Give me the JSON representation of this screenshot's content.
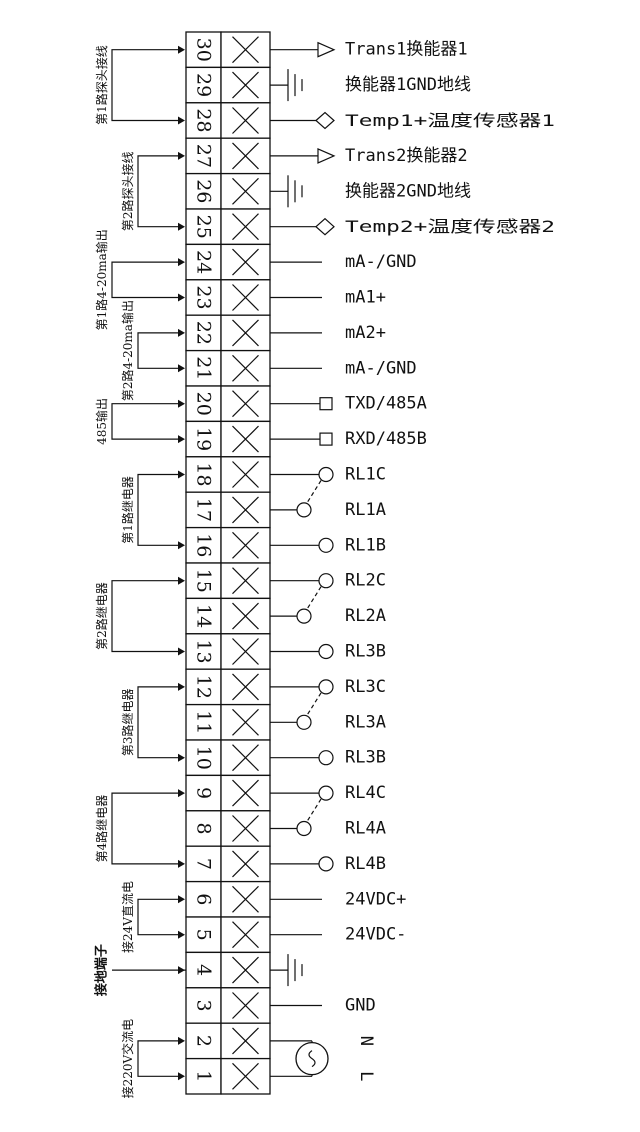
{
  "terminals": [
    {
      "n": "30",
      "label": "Trans1换能器1",
      "sym": "tri"
    },
    {
      "n": "29",
      "label": "换能器1GND地线",
      "sym": "gnd"
    },
    {
      "n": "28",
      "label": "Temp1+温度传感器1",
      "sym": "dia"
    },
    {
      "n": "27",
      "label": "Trans2换能器2",
      "sym": "tri"
    },
    {
      "n": "26",
      "label": "换能器2GND地线",
      "sym": "gnd"
    },
    {
      "n": "25",
      "label": "Temp2+温度传感器2",
      "sym": "dia"
    },
    {
      "n": "24",
      "label": "mA-/GND",
      "sym": "line"
    },
    {
      "n": "23",
      "label": "mA1+",
      "sym": "line"
    },
    {
      "n": "22",
      "label": "mA2+",
      "sym": "line"
    },
    {
      "n": "21",
      "label": "mA-/GND",
      "sym": "line"
    },
    {
      "n": "20",
      "label": "TXD/485A",
      "sym": "sq"
    },
    {
      "n": "19",
      "label": "RXD/485B",
      "sym": "sq"
    },
    {
      "n": "18",
      "label": "RL1C",
      "sym": "circ"
    },
    {
      "n": "17",
      "label": "RL1A",
      "sym": "circi"
    },
    {
      "n": "16",
      "label": "RL1B",
      "sym": "circ"
    },
    {
      "n": "15",
      "label": "RL2C",
      "sym": "circ"
    },
    {
      "n": "14",
      "label": "RL2A",
      "sym": "circi"
    },
    {
      "n": "13",
      "label": "RL3B",
      "sym": "circ"
    },
    {
      "n": "12",
      "label": "RL3C",
      "sym": "circ"
    },
    {
      "n": "11",
      "label": "RL3A",
      "sym": "circi"
    },
    {
      "n": "10",
      "label": "RL3B",
      "sym": "circ"
    },
    {
      "n": "9",
      "label": "RL4C",
      "sym": "circ"
    },
    {
      "n": "8",
      "label": "RL4A",
      "sym": "circi"
    },
    {
      "n": "7",
      "label": "RL4B",
      "sym": "circ"
    },
    {
      "n": "6",
      "label": "24VDC+",
      "sym": "line"
    },
    {
      "n": "5",
      "label": "24VDC-",
      "sym": "line"
    },
    {
      "n": "4",
      "label": "",
      "sym": "gnd"
    },
    {
      "n": "3",
      "label": "GND",
      "sym": "line"
    },
    {
      "n": "2",
      "label": "N",
      "sym": "ac"
    },
    {
      "n": "1",
      "label": "L",
      "sym": "ac"
    }
  ],
  "groups": [
    {
      "label": "第1路探头接线",
      "top": "30",
      "bottom": "28",
      "bold": false
    },
    {
      "label": "第2路探头接线",
      "top": "27",
      "bottom": "25",
      "bold": false
    },
    {
      "label": "第1路4-20ma输出",
      "top": "24",
      "bottom": "23",
      "bold": false
    },
    {
      "label": "第2路4-20ma输出",
      "top": "22",
      "bottom": "21",
      "bold": false
    },
    {
      "label": "485输出",
      "top": "20",
      "bottom": "19",
      "bold": false
    },
    {
      "label": "第1路继电器",
      "top": "18",
      "bottom": "16",
      "bold": false
    },
    {
      "label": "第2路继电器",
      "top": "15",
      "bottom": "13",
      "bold": false
    },
    {
      "label": "第3路继电器",
      "top": "12",
      "bottom": "10",
      "bold": false
    },
    {
      "label": "第4路继电器",
      "top": "9",
      "bottom": "7",
      "bold": false
    },
    {
      "label": "接24V直流电",
      "top": "6",
      "bottom": "5",
      "bold": false
    },
    {
      "label": "接地端子",
      "top": "4",
      "bottom": "4",
      "bold": true
    },
    {
      "label": "接220V交流电",
      "top": "2",
      "bottom": "1",
      "bold": false
    }
  ],
  "relays": [
    {
      "from": "18",
      "to": "17"
    },
    {
      "from": "15",
      "to": "14"
    },
    {
      "from": "12",
      "to": "11"
    },
    {
      "from": "9",
      "to": "8"
    }
  ],
  "ac_pair": {
    "top": "2",
    "bottom": "1"
  }
}
